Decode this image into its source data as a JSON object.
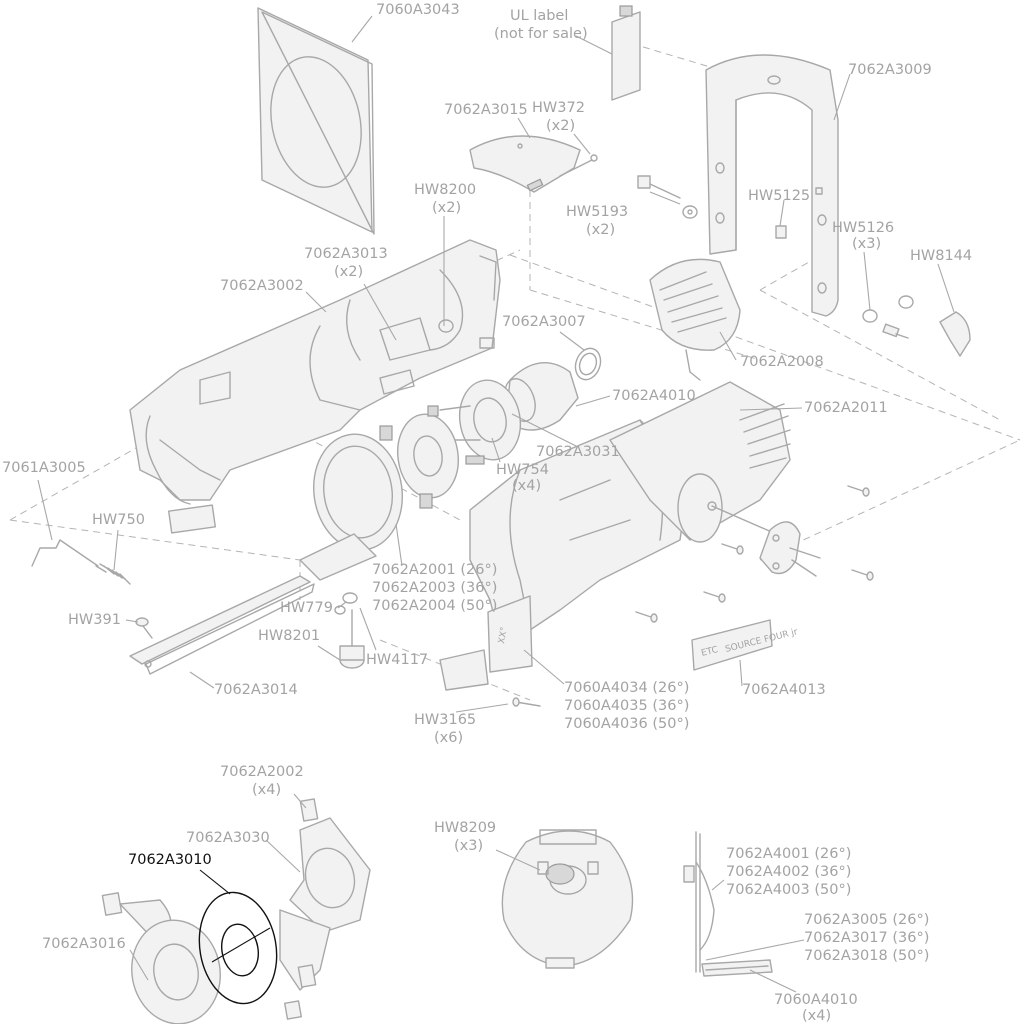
{
  "labels": {
    "p7060A3043": "7060A3043",
    "ul_label": "UL label",
    "ul_not_for_sale": "(not for sale)",
    "p7062A3009": "7062A3009",
    "p7062A3015": "7062A3015",
    "hw372": "HW372",
    "hw372_qty": "(x2)",
    "hw8200": "HW8200",
    "hw8200_qty": "(x2)",
    "hw5193": "HW5193",
    "hw5193_qty": "(x2)",
    "hw5125": "HW5125",
    "hw5126": "HW5126",
    "hw5126_qty": "(x3)",
    "hw8144": "HW8144",
    "p7062A3013": "7062A3013",
    "p7062A3013_qty": "(x2)",
    "p7062A3002": "7062A3002",
    "p7062A3007": "7062A3007",
    "p7062A2008": "7062A2008",
    "p7062A4010": "7062A4010",
    "p7062A2011": "7062A2011",
    "p7062A3031": "7062A3031",
    "hw754": "HW754",
    "hw754_qty": "(x4)",
    "p7061A3005": "7061A3005",
    "hw750": "HW750",
    "p7062A2001": "7062A2001 (26°)",
    "p7062A2003": "7062A2003 (36°)",
    "p7062A2004": "7062A2004 (50°)",
    "hw391": "HW391",
    "hw779": "HW779",
    "hw8201": "HW8201",
    "hw4117": "HW4117",
    "p7062A3014": "7062A3014",
    "p7060A4034": "7060A4034 (26°)",
    "p7060A4035": "7060A4035 (36°)",
    "p7060A4036": "7060A4036 (50°)",
    "p7062A4013": "7062A4013",
    "hw3165": "HW3165",
    "hw3165_qty": "(x6)",
    "p7062A2002": "7062A2002",
    "p7062A2002_qty": "(x4)",
    "p7062A3030": "7062A3030",
    "p7062A3010": "7062A3010",
    "p7062A3016": "7062A3016",
    "hw8209": "HW8209",
    "hw8209_qty": "(x3)",
    "p7062A4001": "7062A4001 (26°)",
    "p7062A4002": "7062A4002 (36°)",
    "p7062A4003": "7062A4003 (50°)",
    "p7062A3005": "7062A3005 (26°)",
    "p7062A3017": "7062A3017 (36°)",
    "p7062A3018": "7062A3018 (50°)",
    "p7060A4010": "7060A4010",
    "p7060A4010_qty": "(x4)",
    "barrel_marking": "XX°",
    "nameplate_etc": "ETC",
    "nameplate_model": "SOURCE FOUR jr"
  },
  "colors": {
    "line": "#a8a8a8",
    "highlight": "#111111",
    "text": "#a3a3a3"
  }
}
